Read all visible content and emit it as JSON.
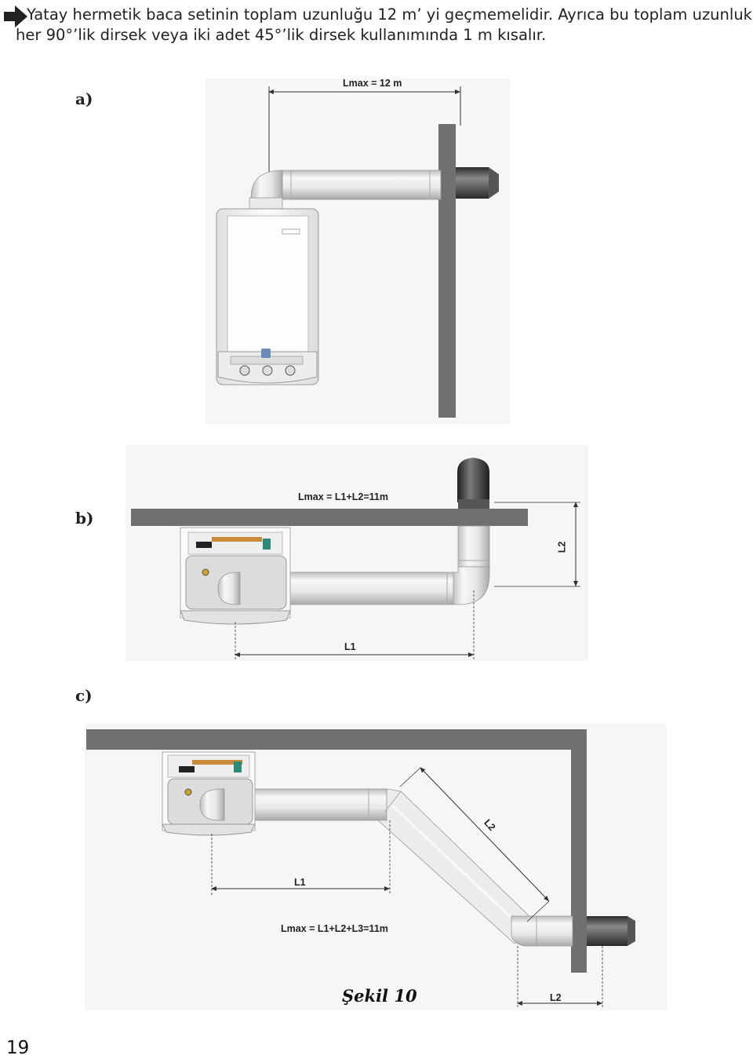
{
  "intro": {
    "line1": "Yatay hermetik baca setinin toplam uzunluğu 12 m’ yi geçmemelidir. Ayrıca bu toplam uzunluk",
    "line2": "her 90°’lik dirsek veya iki adet 45°’lik dirsek kullanımında 1 m kısalır."
  },
  "figure_a": {
    "label": "a)",
    "dimension": "Lmax = 12 m"
  },
  "figure_b": {
    "label": "b)",
    "dimension": "Lmax = L1+L2=11m",
    "l1": "L1",
    "l2": "L2"
  },
  "figure_c": {
    "label": "c)",
    "dimension": "Lmax = L1+L2+L3=11m",
    "l1": "L1",
    "l2": "L2",
    "l2b": "L2"
  },
  "caption": "Şekil 10",
  "page_number": "19",
  "icons": {
    "bullet": "right-arrow-icon"
  },
  "colors": {
    "wall": "#707070",
    "pipe": "#e6e6e6",
    "terminal": "#4d4d4d"
  }
}
